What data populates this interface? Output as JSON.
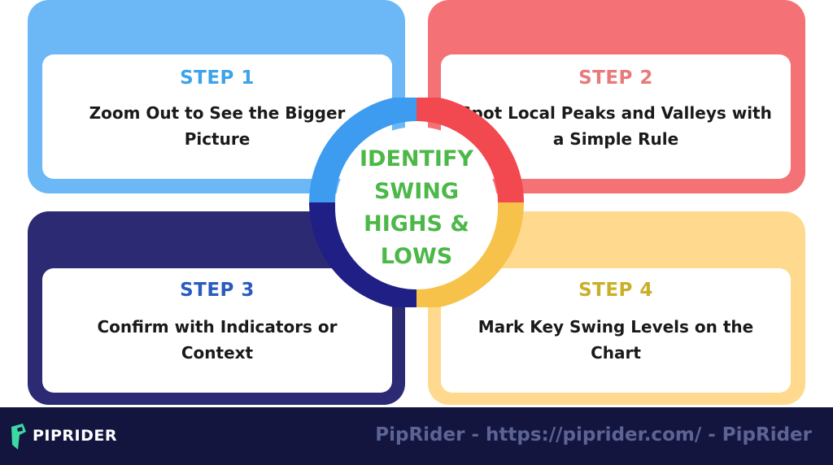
{
  "center": {
    "title": "IDENTIFY SWING HIGHS & LOWS"
  },
  "steps": [
    {
      "label": "STEP 1",
      "text": "Zoom Out to See the Bigger Picture"
    },
    {
      "label": "STEP 2",
      "text": "Spot Local Peaks and Valleys with a Simple Rule"
    },
    {
      "label": "STEP 3",
      "text": "Confirm with Indicators or Context"
    },
    {
      "label": "STEP 4",
      "text": "Mark Key Swing Levels on the Chart"
    }
  ],
  "colors": {
    "step1": "#6cb8f7",
    "step2": "#f47275",
    "step3": "#2c2a72",
    "step4": "#ffd98e",
    "center_text": "#4cb848",
    "footer_bg": "#14153e"
  },
  "footer": {
    "brand": "PIPRIDER",
    "logo_icon": "piprider-logo-icon",
    "credit": "PipRider - https://piprider.com/ - PipRider"
  }
}
